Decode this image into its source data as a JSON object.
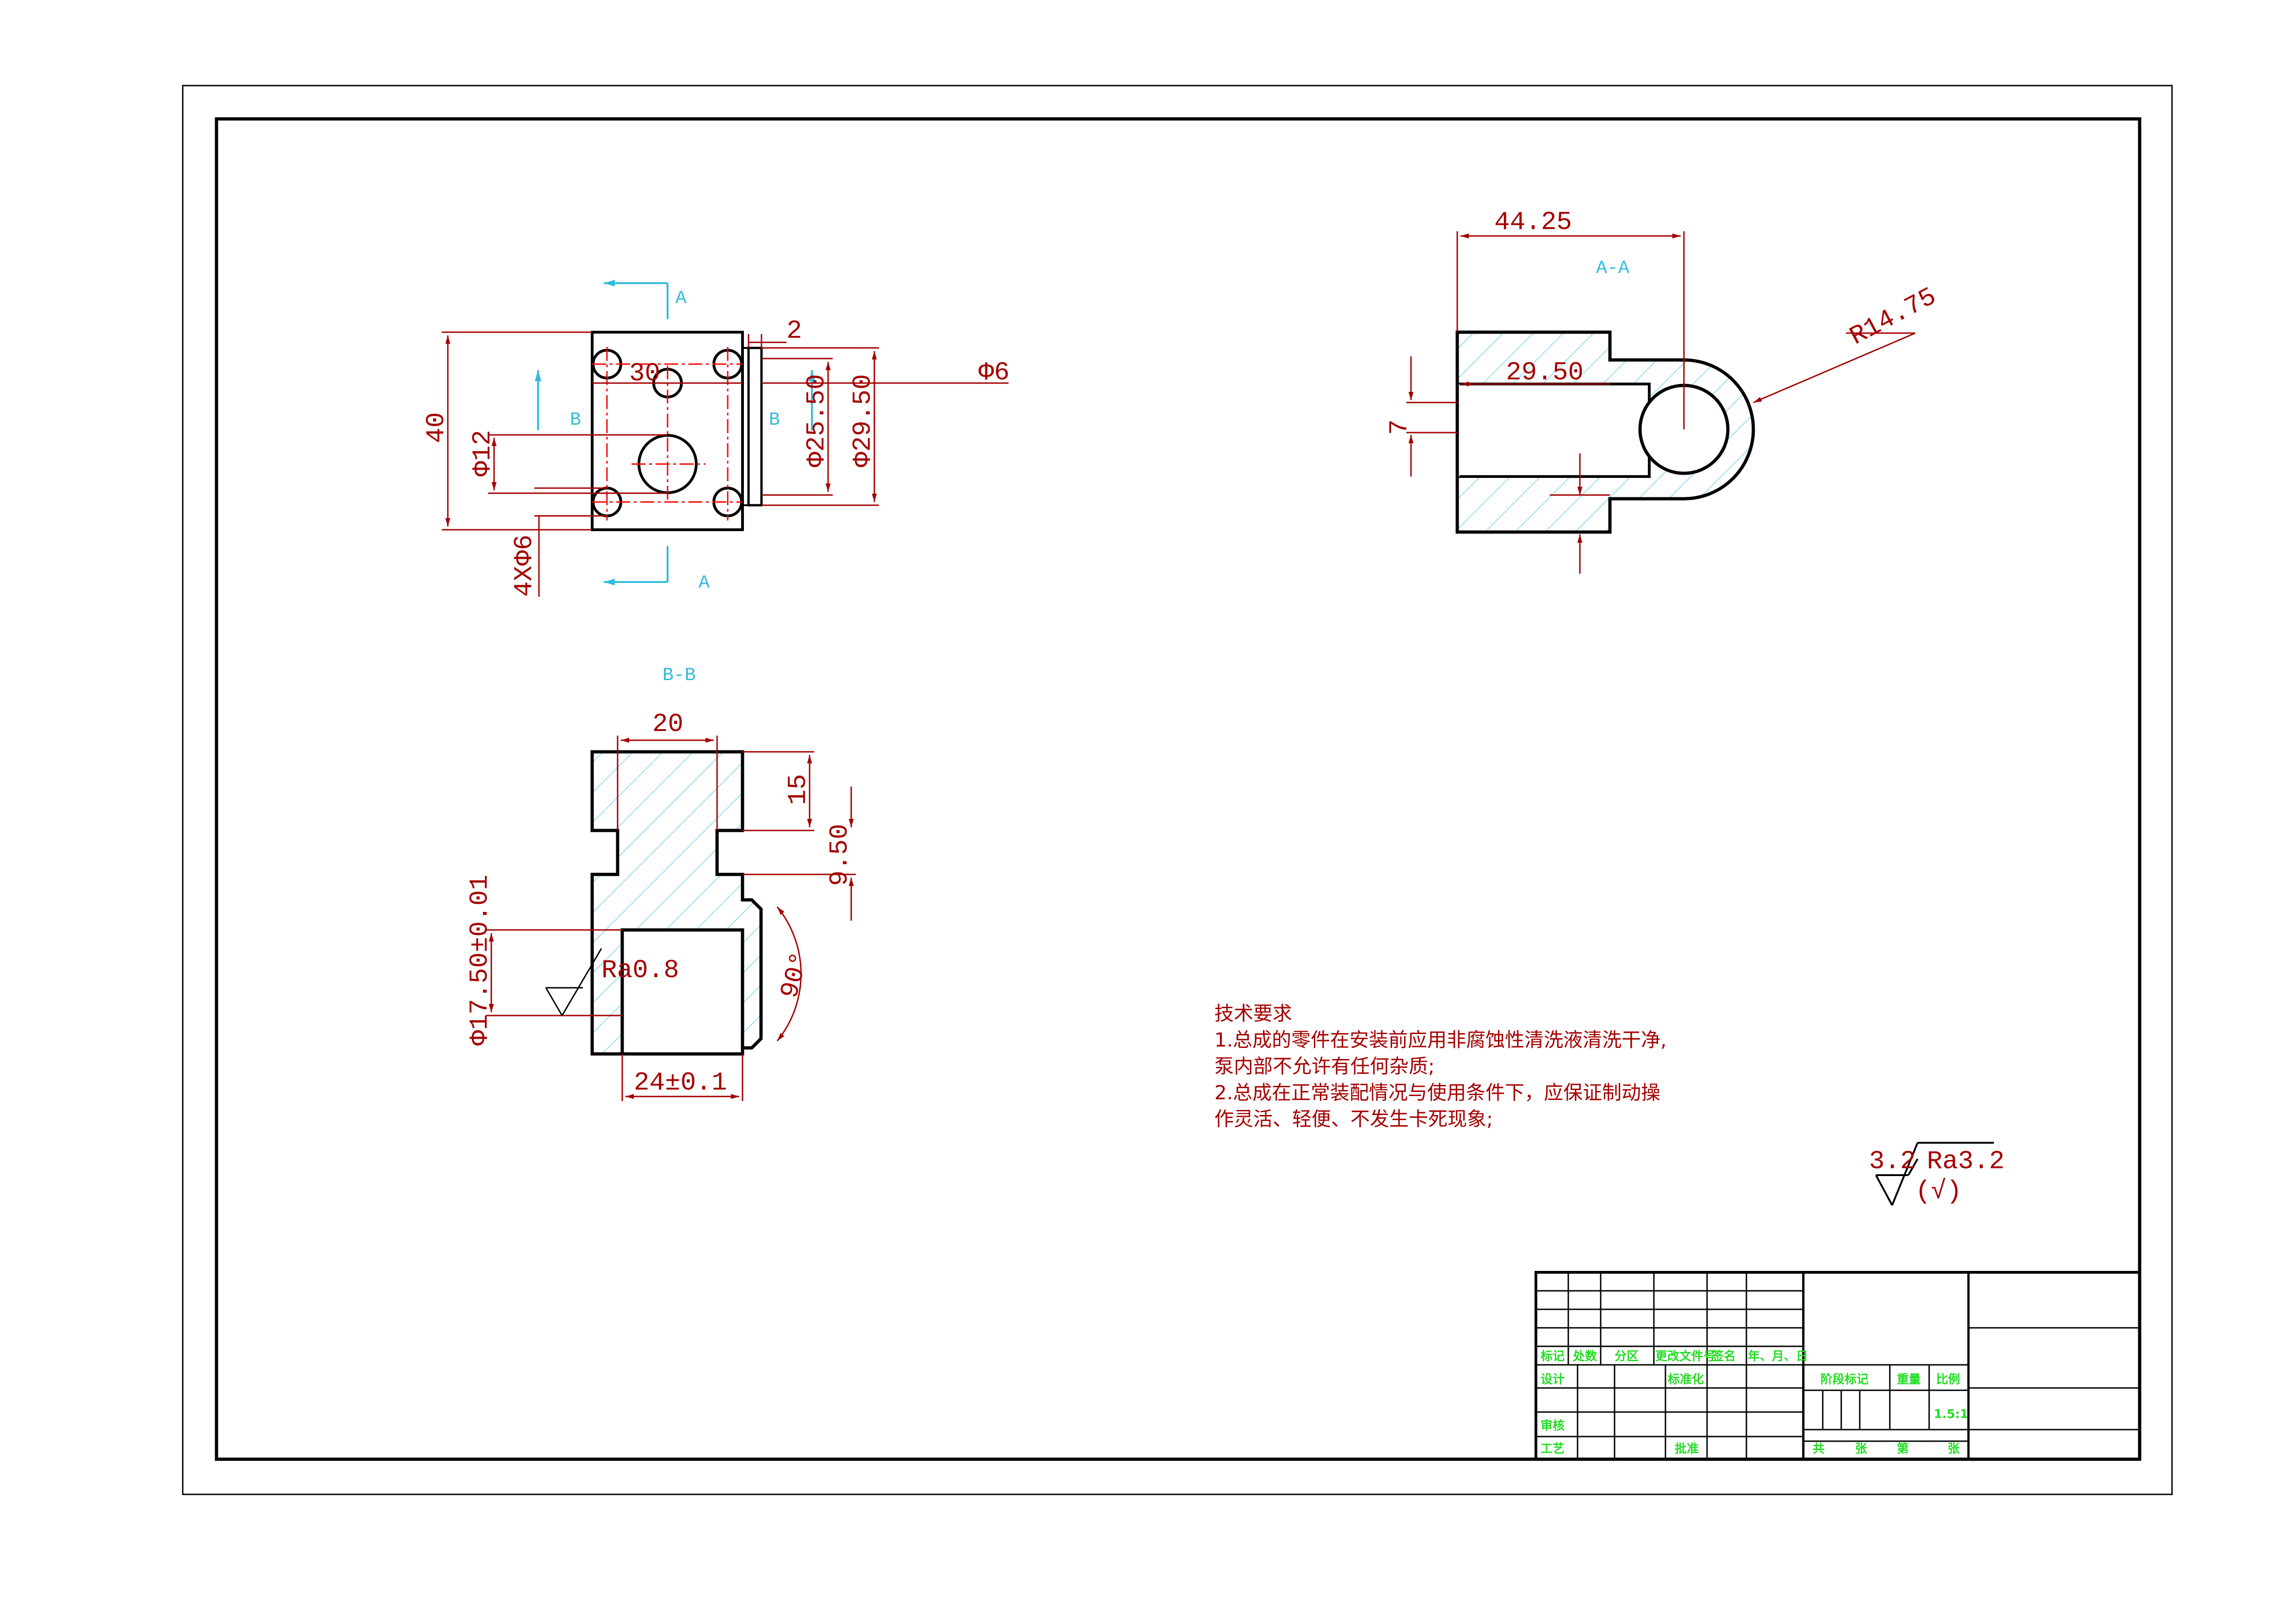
{
  "colors": {
    "outline": "#000000",
    "dimension": "#a50000",
    "centerline": "#ff0000",
    "section": "#33bbdd",
    "hatch": "#77d4ee",
    "title_block_text": "#22dd22"
  },
  "front_view": {
    "dim_40": "40",
    "dim_30": "30",
    "dim_2": "2",
    "dim_phi6": "Φ6",
    "dim_phi12": "Φ12",
    "dim_phi25_50": "Φ25.50",
    "dim_phi29_50": "Φ29.50",
    "dim_4xphi6": "4XΦ6",
    "section_a_top": "A",
    "section_a_bottom": "A",
    "section_b_left": "B",
    "section_b_right": "B"
  },
  "section_aa": {
    "title": "A-A",
    "dim_44_25": "44.25",
    "dim_29_50": "29.50",
    "dim_7": "7",
    "dim_r14_75": "R14.75"
  },
  "section_bb": {
    "title": "B-B",
    "dim_20": "20",
    "dim_15": "15",
    "dim_9_50": "9.50",
    "dim_phi17_50": "Φ17.50±0.01",
    "roughness": "Ra0.8",
    "dim_90": "90°",
    "dim_24": "24±0.1"
  },
  "technical_requirements": {
    "heading": "技术要求",
    "line1": "1.总成的零件在安装前应用非腐蚀性清洗液清洗干净,",
    "line2": "泵内部不允许有任何杂质;",
    "line3": "2.总成在正常装配情况与使用条件下，应保证制动操",
    "line4": "作灵活、轻便、不发生卡死现象;"
  },
  "surface_finish": {
    "value_left": "3.2",
    "value_right": "Ra3.2",
    "other": "(√)"
  },
  "title_block": {
    "mark": "标记",
    "count": "处数",
    "zone": "分区",
    "change_doc": "更改文件号",
    "signature": "签名",
    "date": "年、月、日",
    "design": "设计",
    "standardize": "标准化",
    "stage_mark": "阶段标记",
    "weight": "重量",
    "scale": "比例",
    "scale_value": "1.5:1",
    "review": "审核",
    "process": "工艺",
    "approve": "批准",
    "total": "共",
    "sheets1": "张",
    "number": "第",
    "sheets2": "张"
  }
}
